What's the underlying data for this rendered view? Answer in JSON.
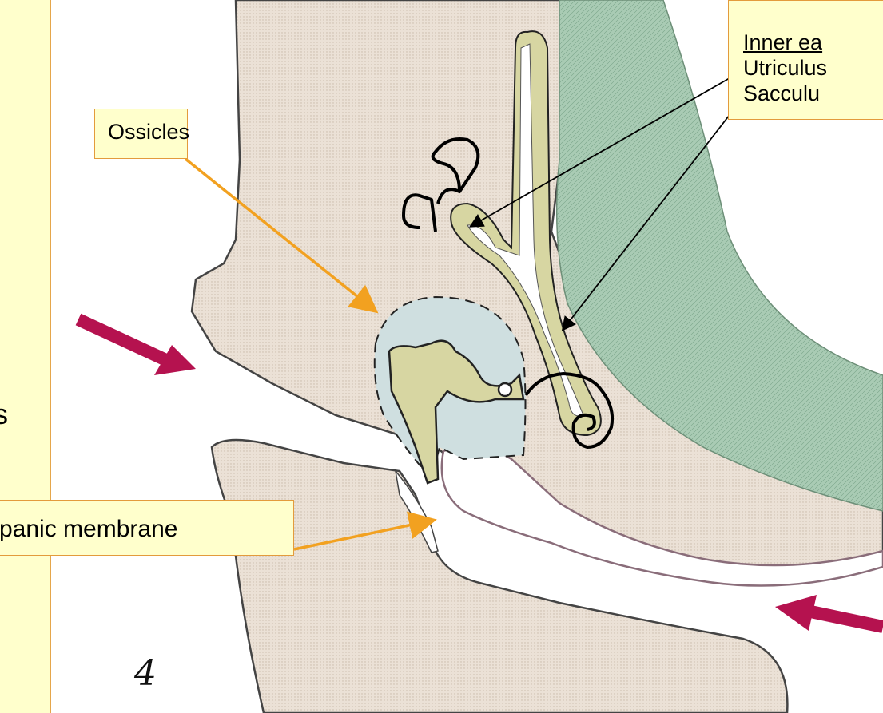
{
  "labels": {
    "ossicles": "Ossicles",
    "tympanic": "panic membrane",
    "inner_title": "Inner ea",
    "utriculus": "Utriculus",
    "sacculus": "Sacculu"
  },
  "side_text": "s",
  "figure_number": "4",
  "colors": {
    "tissue": "#e8dcd0",
    "green_band": "#a9cbb4",
    "middle_ear_fill": "#cfdfe0",
    "ossicle_fill": "#d7d6a2",
    "arrow_orange": "#f2a120",
    "arrow_magenta": "#b5124f",
    "label_bg": "#ffffcc",
    "label_border": "#e39b3c"
  }
}
